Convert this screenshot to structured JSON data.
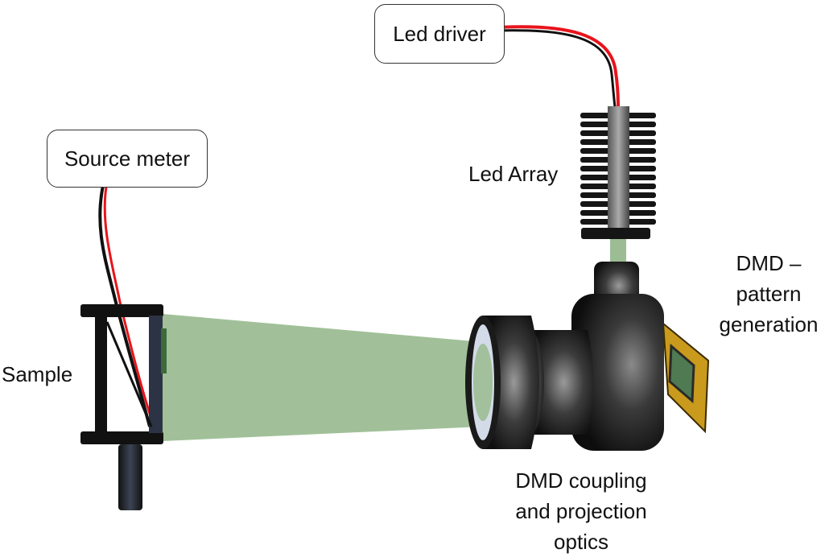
{
  "labels": {
    "led_driver": "Led driver",
    "source_meter": "Source meter",
    "led_array": "Led Array",
    "dmd_pattern": [
      "DMD –",
      "pattern",
      "generation"
    ],
    "sample": "Sample",
    "dmd_coupling": [
      "DMD coupling",
      "and projection",
      "optics"
    ]
  },
  "colors": {
    "wire_red": "#e8141c",
    "wire_black": "#111111",
    "light_beam": "#9cbd93",
    "dmd_chip_gold": "#c99a1c",
    "dmd_chip_glass": "#4f7a52",
    "optics_body": "#2b2b2b"
  }
}
